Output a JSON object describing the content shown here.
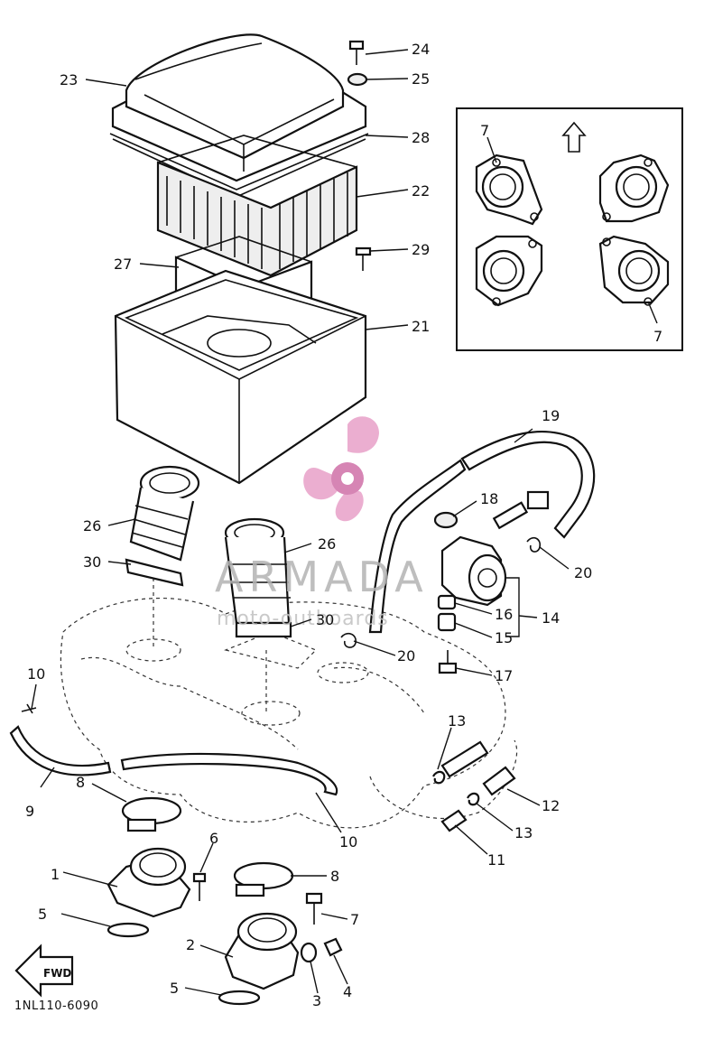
{
  "callouts": {
    "c1": "1",
    "c2": "2",
    "c3": "3",
    "c4": "4",
    "c5a": "5",
    "c5b": "5",
    "c6": "6",
    "c7": "7",
    "c7a": "7",
    "c7b": "7",
    "c8a": "8",
    "c8b": "8",
    "c9": "9",
    "c10a": "10",
    "c10b": "10",
    "c11": "11",
    "c12": "12",
    "c13a": "13",
    "c13b": "13",
    "c14": "14",
    "c15": "15",
    "c16": "16",
    "c17": "17",
    "c18": "18",
    "c19": "19",
    "c20a": "20",
    "c20b": "20",
    "c21": "21",
    "c22": "22",
    "c23": "23",
    "c24": "24",
    "c25": "25",
    "c26a": "26",
    "c26b": "26",
    "c27": "27",
    "c28": "28",
    "c29": "29",
    "c30a": "30",
    "c30b": "30"
  },
  "fwd_label": "FWD",
  "diagram_code": "1NL110-6090",
  "watermark": {
    "brand": "ARMADA",
    "tagline": "moto-outboards",
    "color": "#e8a0c8"
  }
}
